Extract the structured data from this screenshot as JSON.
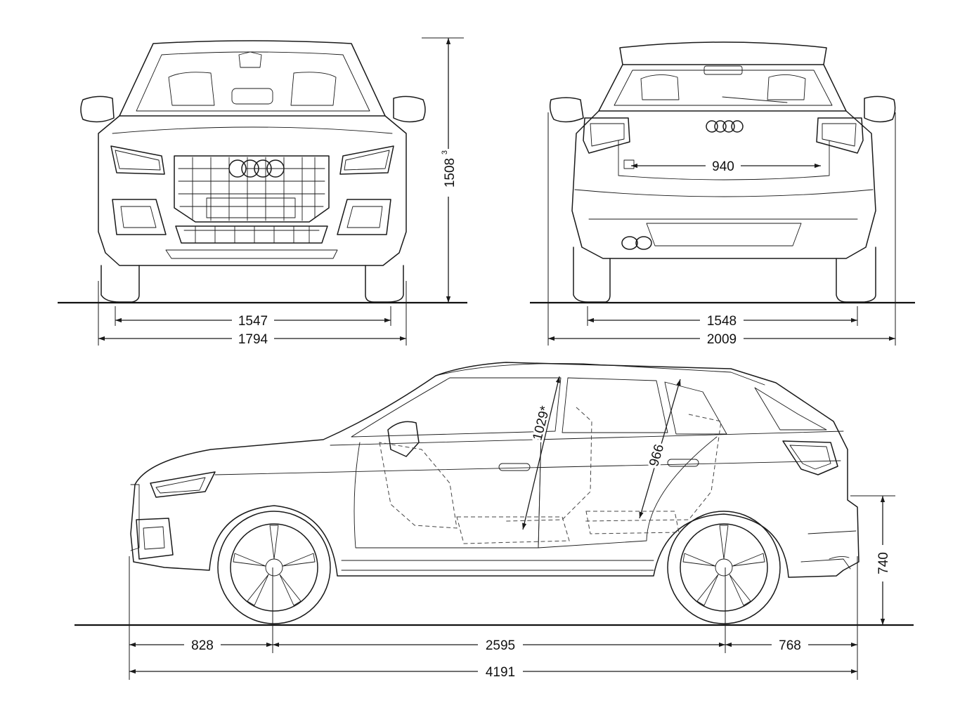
{
  "dimensions": {
    "front_track": "1547",
    "front_width": "1794",
    "height": "1508",
    "height_note": "3",
    "rear_track": "1548",
    "rear_width_mirrors": "2009",
    "rear_loading_width": "940",
    "front_overhang": "828",
    "wheelbase": "2595",
    "rear_overhang": "768",
    "length": "4191",
    "loading_sill_height": "740",
    "front_headroom": "1029*",
    "rear_headroom": "966"
  }
}
